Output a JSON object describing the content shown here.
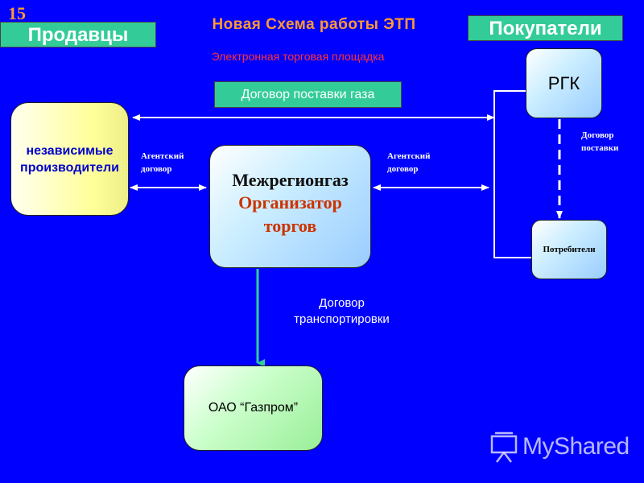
{
  "slide_number": "15",
  "title": "Новая Схема работы ЭТП",
  "subtitle": "Электронная торговая площадка",
  "sellers_header": "Продавцы",
  "buyers_header": "Покупатели",
  "gas_supply_contract": "Договор поставки газа",
  "producers": {
    "line1": "независимые",
    "line2": "производители"
  },
  "organizer": {
    "name": "Межрегионгаз",
    "role_line1": "Организатор",
    "role_line2": "торгов"
  },
  "rgk": "РГК",
  "consumers": "Потребители",
  "gazprom": "ОАО “Газпром”",
  "agent_contract_left": {
    "line1": "Агентский",
    "line2": "договор"
  },
  "agent_contract_right": {
    "line1": "Агентский",
    "line2": "договор"
  },
  "supply_contract": {
    "line1": "Договор",
    "line2": "поставки"
  },
  "transport_contract": {
    "line1": "Договор",
    "line2": "транспортировки"
  },
  "watermark": "MyShared",
  "colors": {
    "background": "#0000ff",
    "header_fill": "#33cc99",
    "title": "#ff9933",
    "subtitle": "#ff3333",
    "organizer_role": "#cc3300",
    "arrow_green": "#33cc99"
  }
}
